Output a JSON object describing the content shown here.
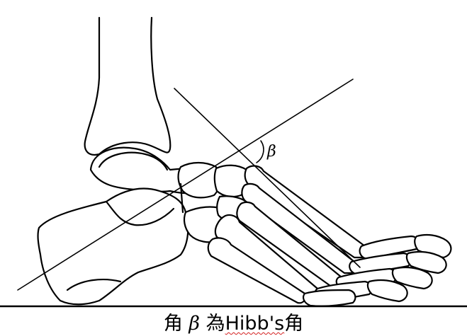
{
  "figure": {
    "angle_label": "β"
  },
  "caption": {
    "prefix": "角 ",
    "symbol": "β",
    "middle": " 為",
    "term": "Hibb's",
    "suffix": "角"
  }
}
